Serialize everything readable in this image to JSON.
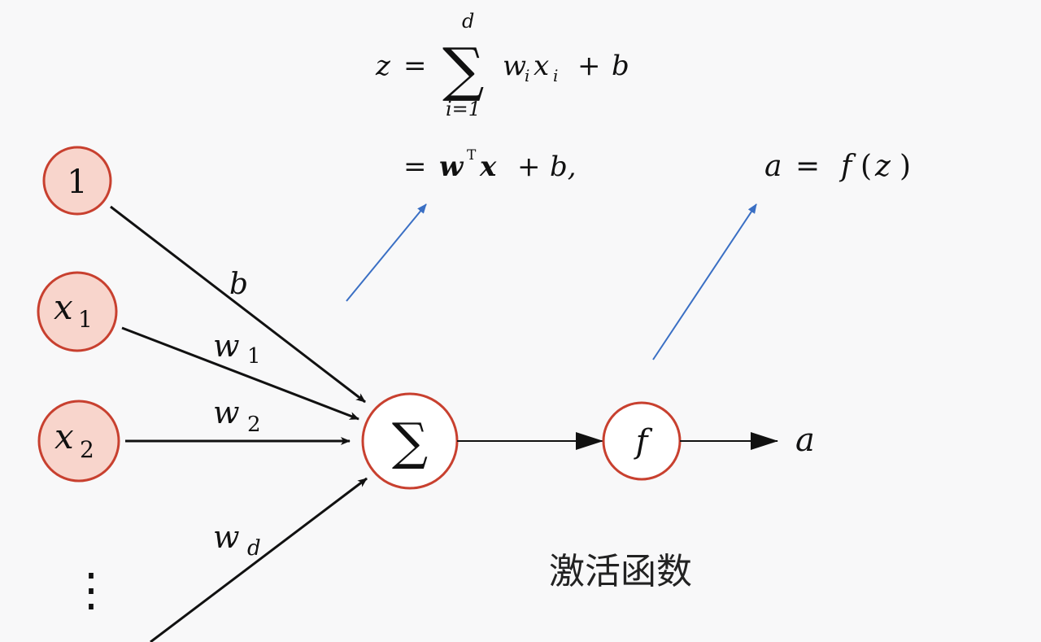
{
  "equation": {
    "z_var": "z",
    "eq1": "=",
    "sum_symbol": "∑",
    "sum_upper": "d",
    "sum_lower": "i=1",
    "w": "w",
    "w_sub": "i",
    "x": "x",
    "x_sub": "i",
    "plus1": "+",
    "b1": "b",
    "eq2": "=",
    "w_bold": "w",
    "transpose": "T",
    "x_bold": "x",
    "plus2": "+",
    "b2": "b,"
  },
  "activation_eq": {
    "a": "a",
    "eq": "=",
    "f": "f",
    "lparen": "(",
    "z": "z",
    "rparen": ")"
  },
  "inputs": [
    {
      "label": "1",
      "sub": ""
    },
    {
      "label": "x",
      "sub": "1"
    },
    {
      "label": "x",
      "sub": "2"
    }
  ],
  "ellipsis": "⋮",
  "weights": {
    "b": "b",
    "w1": "w",
    "w1_sub": "1",
    "w2": "w",
    "w2_sub": "2",
    "wd": "w",
    "wd_sub": "d"
  },
  "sum_node": "∑",
  "f_node": "f",
  "output": "a",
  "caption": "激活函数",
  "colors": {
    "node_fill": "#f8d5cc",
    "node_stroke": "#c8402f",
    "arrow": "#111111",
    "pointer": "#3a6fc4"
  }
}
